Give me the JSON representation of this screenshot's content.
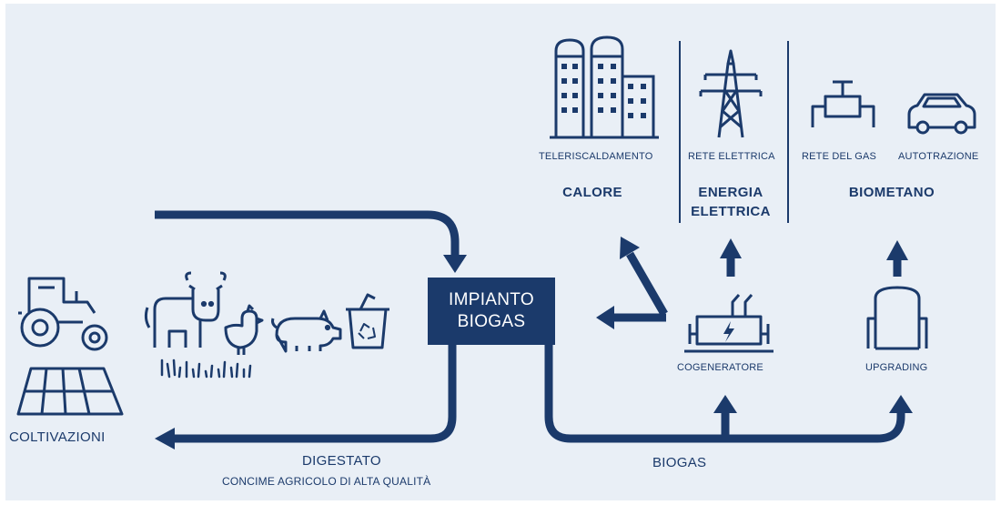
{
  "colors": {
    "primary": "#1b3a6b",
    "background": "#e9eff6",
    "box_text": "#ffffff"
  },
  "plant": {
    "line1": "IMPIANTO",
    "line2": "BIOGAS"
  },
  "outputs": {
    "teleriscaldamento": "TELERISCALDAMENTO",
    "calore": "CALORE",
    "rete_elettrica": "RETE ELETTRICA",
    "energia_line1": "ENERGIA",
    "energia_line2": "ELETTRICA",
    "rete_del_gas": "RETE DEL GAS",
    "autotrazione": "AUTOTRAZIONE",
    "biometano": "BIOMETANO"
  },
  "units": {
    "cogeneratore": "COGENERATORE",
    "upgrading": "UPGRADING"
  },
  "flows": {
    "coltivazioni": "COLTIVAZIONI",
    "digestato": "DIGESTATO",
    "digestato_sub": "CONCIME AGRICOLO DI ALTA QUALITÀ",
    "biogas": "BIOGAS"
  },
  "icons": [
    "tractor-icon",
    "field-icon",
    "cow-icon",
    "chicken-icon",
    "pig-icon",
    "recycle-bin-icon",
    "apartment-buildings-icon",
    "power-pylon-icon",
    "gas-valve-icon",
    "car-icon",
    "cogenerator-icon",
    "upgrading-tank-icon"
  ]
}
